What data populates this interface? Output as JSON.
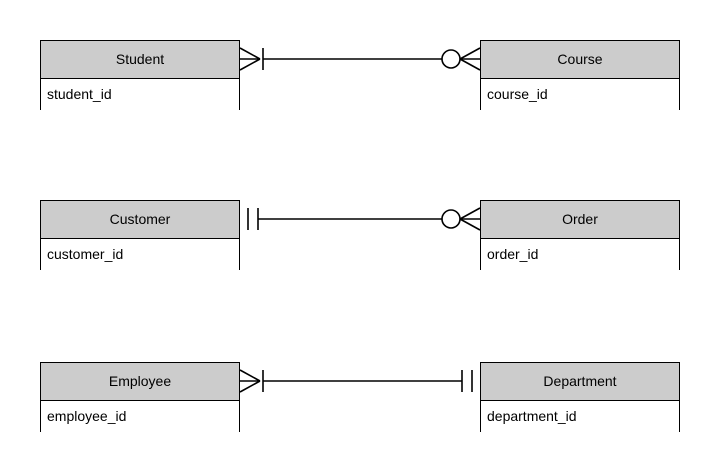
{
  "diagram": {
    "type": "entity-relationship",
    "notation": "crow's-foot",
    "background_color": "#ffffff",
    "entity_header_color": "#cccccc",
    "entity_body_color": "#ffffff",
    "line_color": "#000000",
    "relationships": [
      {
        "id": "student-course",
        "left_entity": {
          "name": "Student",
          "attribute": "student_id"
        },
        "right_entity": {
          "name": "Course",
          "attribute": "course_id"
        },
        "left_cardinality": "one-or-more",
        "right_cardinality": "zero-or-more"
      },
      {
        "id": "customer-order",
        "left_entity": {
          "name": "Customer",
          "attribute": "customer_id"
        },
        "right_entity": {
          "name": "Order",
          "attribute": "order_id"
        },
        "left_cardinality": "exactly-one",
        "right_cardinality": "zero-or-more"
      },
      {
        "id": "employee-department",
        "left_entity": {
          "name": "Employee",
          "attribute": "employee_id"
        },
        "right_entity": {
          "name": "Department",
          "attribute": "department_id"
        },
        "left_cardinality": "one-or-more",
        "right_cardinality": "exactly-one"
      }
    ]
  }
}
